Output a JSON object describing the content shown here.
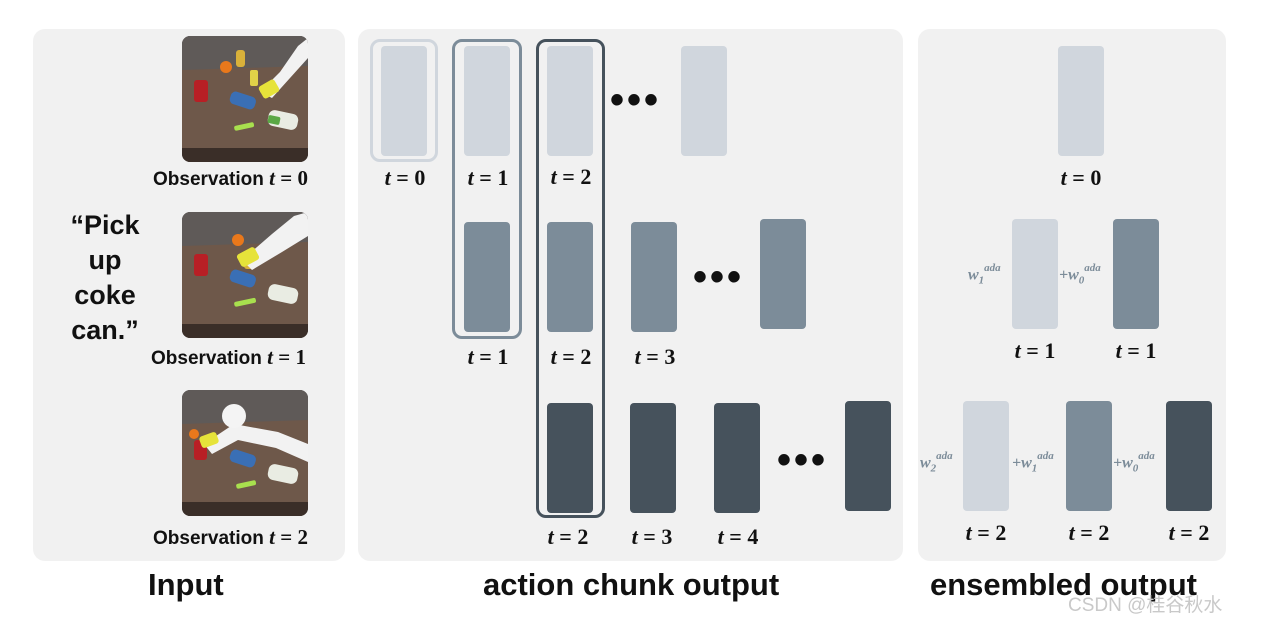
{
  "input_panel": {
    "instruction": [
      "“Pick",
      "up",
      "coke",
      "can.”"
    ],
    "observations": [
      {
        "label": "Observation",
        "t": "0"
      },
      {
        "label": "Observation",
        "t": "1"
      },
      {
        "label": "Observation",
        "t": "2"
      }
    ],
    "caption": "Input"
  },
  "chunk_panel": {
    "caption": "action chunk output",
    "row1_labels": [
      "0",
      "1",
      "2"
    ],
    "row2_labels": [
      "1",
      "2",
      "3"
    ],
    "row3_labels": [
      "2",
      "3",
      "4"
    ],
    "ellipsis": "•••"
  },
  "ensemble_panel": {
    "caption": "ensembled output",
    "row1_labels": [
      "0"
    ],
    "row2_labels": [
      "1",
      "1"
    ],
    "row3_labels": [
      "2",
      "2",
      "2"
    ],
    "row2_weights": [
      {
        "prefix": "",
        "w": "w",
        "sub": "1",
        "sup": "ada"
      },
      {
        "prefix": "+",
        "w": "w",
        "sub": "0",
        "sup": "ada"
      }
    ],
    "row3_weights": [
      {
        "prefix": "",
        "w": "w",
        "sub": "2",
        "sup": "ada"
      },
      {
        "prefix": "+",
        "w": "w",
        "sub": "1",
        "sup": "ada"
      },
      {
        "prefix": "+",
        "w": "w",
        "sub": "0",
        "sup": "ada"
      }
    ]
  },
  "t_symbol": "t",
  "equals": " = ",
  "watermark": "CSDN @桂谷秋水",
  "colors": {
    "panel_bg": "#f1f1f1",
    "light": "#d0d6dd",
    "mid": "#7c8c99",
    "dark": "#46525c"
  }
}
